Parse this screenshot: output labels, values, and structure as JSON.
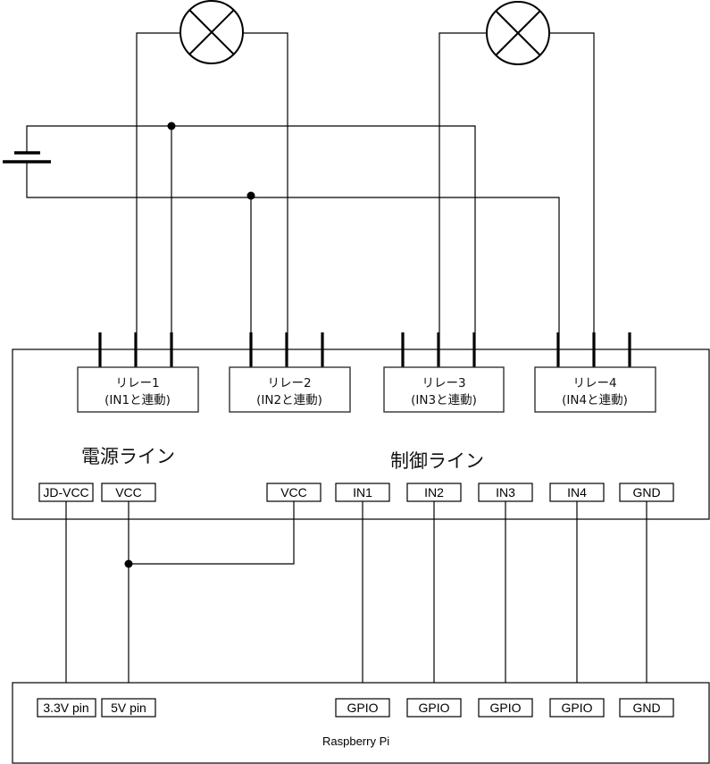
{
  "diagram": {
    "type": "circuit-schematic",
    "lamps": [
      {
        "id": "lamp-1",
        "symbol": "lamp-x-circle"
      },
      {
        "id": "lamp-2",
        "symbol": "lamp-x-circle"
      }
    ],
    "battery": {
      "symbol": "battery-cell"
    },
    "relay_module": {
      "relays": [
        {
          "title": "リレー1",
          "subtitle": "(IN1と連動)"
        },
        {
          "title": "リレー2",
          "subtitle": "(IN2と連動)"
        },
        {
          "title": "リレー3",
          "subtitle": "(IN3と連動)"
        },
        {
          "title": "リレー4",
          "subtitle": "(IN4と連動)"
        }
      ],
      "power_section_label": "電源ライン",
      "control_section_label": "制御ライン",
      "pins": {
        "jd_vcc": "JD-VCC",
        "vcc_power": "VCC",
        "vcc_control": "VCC",
        "in1": "IN1",
        "in2": "IN2",
        "in3": "IN3",
        "in4": "IN4",
        "gnd": "GND"
      }
    },
    "raspberry_pi": {
      "label": "Raspberry Pi",
      "pins": {
        "v33": "3.3V pin",
        "v5": "5V pin",
        "gpio1": "GPIO",
        "gpio2": "GPIO",
        "gpio3": "GPIO",
        "gpio4": "GPIO",
        "gnd": "GND"
      }
    }
  }
}
